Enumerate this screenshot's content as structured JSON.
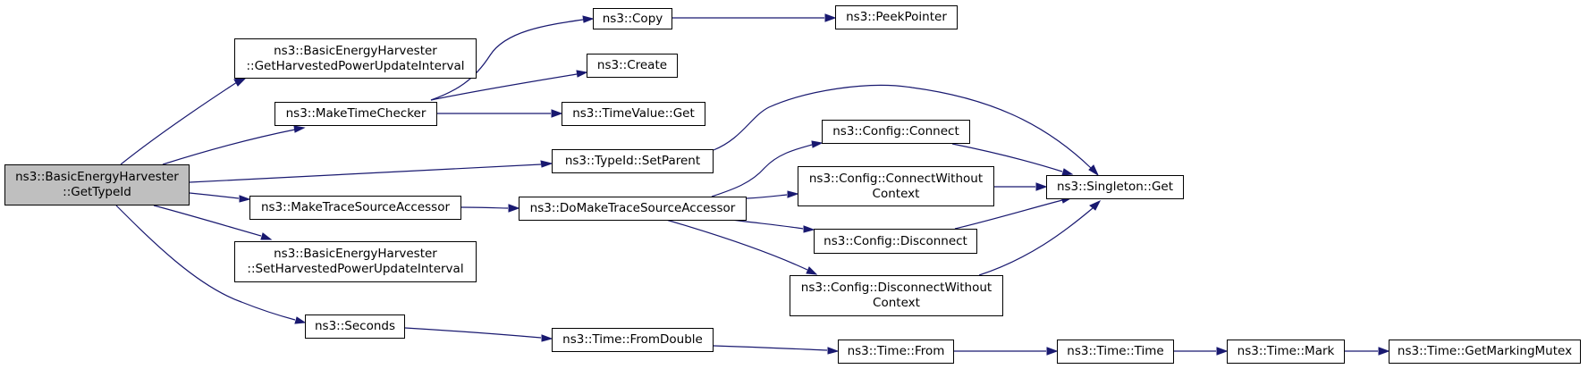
{
  "colors": {
    "edge": "#191970",
    "root_fill": "#bfbfbf",
    "node_fill": "#ffffff",
    "border": "#000000"
  },
  "nodes": {
    "root": {
      "line1": "ns3::BasicEnergyHarvester",
      "line2": "::GetTypeId"
    },
    "get_update_interval": {
      "line1": "ns3::BasicEnergyHarvester",
      "line2": "::GetHarvestedPowerUpdateInterval"
    },
    "make_time_checker": {
      "label": "ns3::MakeTimeChecker"
    },
    "copy": {
      "label": "ns3::Copy"
    },
    "peek_pointer": {
      "label": "ns3::PeekPointer"
    },
    "create": {
      "label": "ns3::Create"
    },
    "timevalue_get": {
      "label": "ns3::TimeValue::Get"
    },
    "set_parent": {
      "label": "ns3::TypeId::SetParent"
    },
    "config_connect": {
      "label": "ns3::Config::Connect"
    },
    "config_connect_wc": {
      "line1": "ns3::Config::ConnectWithout",
      "line2": "Context"
    },
    "singleton_get": {
      "label": "ns3::Singleton::Get"
    },
    "make_tsa": {
      "label": "ns3::MakeTraceSourceAccessor"
    },
    "do_make_tsa": {
      "label": "ns3::DoMakeTraceSourceAccessor"
    },
    "config_disconnect": {
      "label": "ns3::Config::Disconnect"
    },
    "set_update_interval": {
      "line1": "ns3::BasicEnergyHarvester",
      "line2": "::SetHarvestedPowerUpdateInterval"
    },
    "config_disconnect_wc": {
      "line1": "ns3::Config::DisconnectWithout",
      "line2": "Context"
    },
    "seconds": {
      "label": "ns3::Seconds"
    },
    "time_from_double": {
      "label": "ns3::Time::FromDouble"
    },
    "time_from": {
      "label": "ns3::Time::From"
    },
    "time_time": {
      "label": "ns3::Time::Time"
    },
    "time_mark": {
      "label": "ns3::Time::Mark"
    },
    "get_marking_mutex": {
      "label": "ns3::Time::GetMarkingMutex"
    }
  },
  "edges": [
    [
      "root",
      "get_update_interval"
    ],
    [
      "root",
      "make_time_checker"
    ],
    [
      "root",
      "set_parent"
    ],
    [
      "root",
      "make_tsa"
    ],
    [
      "root",
      "set_update_interval"
    ],
    [
      "root",
      "seconds"
    ],
    [
      "make_time_checker",
      "copy"
    ],
    [
      "make_time_checker",
      "create"
    ],
    [
      "make_time_checker",
      "timevalue_get"
    ],
    [
      "copy",
      "peek_pointer"
    ],
    [
      "set_parent",
      "singleton_get"
    ],
    [
      "make_tsa",
      "do_make_tsa"
    ],
    [
      "do_make_tsa",
      "config_connect"
    ],
    [
      "do_make_tsa",
      "config_connect_wc"
    ],
    [
      "do_make_tsa",
      "config_disconnect"
    ],
    [
      "do_make_tsa",
      "config_disconnect_wc"
    ],
    [
      "config_connect",
      "singleton_get"
    ],
    [
      "config_connect_wc",
      "singleton_get"
    ],
    [
      "config_disconnect",
      "singleton_get"
    ],
    [
      "config_disconnect_wc",
      "singleton_get"
    ],
    [
      "seconds",
      "time_from_double"
    ],
    [
      "time_from_double",
      "time_from"
    ],
    [
      "time_from",
      "time_time"
    ],
    [
      "time_time",
      "time_mark"
    ],
    [
      "time_mark",
      "get_marking_mutex"
    ]
  ]
}
